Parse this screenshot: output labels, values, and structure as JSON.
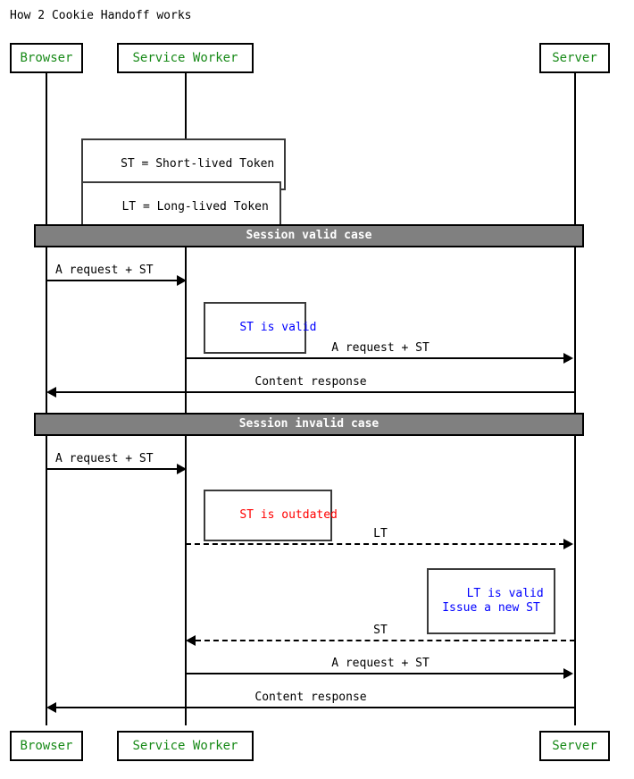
{
  "diagram": {
    "title": "How 2 Cookie Handoff works",
    "type": "sequence-diagram",
    "colors": {
      "participant_text": "#188a18",
      "note_blue": "#0000ff",
      "note_red": "#ff0000",
      "divider_bg": "#808080",
      "divider_text": "#ffffff",
      "line": "#000000",
      "background": "#ffffff"
    }
  },
  "participants": [
    {
      "id": "browser",
      "label": "Browser"
    },
    {
      "id": "service_worker",
      "label": "Service Worker"
    },
    {
      "id": "server",
      "label": "Server"
    }
  ],
  "legend_notes": [
    {
      "id": "note-st",
      "text": "ST = Short-lived Token"
    },
    {
      "id": "note-lt",
      "text": "LT = Long-lived Token"
    }
  ],
  "sections": [
    {
      "id": "section-valid",
      "label": "Session valid case"
    },
    {
      "id": "section-invalid",
      "label": "Session invalid case"
    }
  ],
  "messages": [
    {
      "id": "m1",
      "label": "A request + ST",
      "from": "browser",
      "to": "service_worker",
      "style": "solid",
      "direction": "right"
    },
    {
      "id": "m2",
      "label": "A request + ST",
      "from": "service_worker",
      "to": "server",
      "style": "solid",
      "direction": "right"
    },
    {
      "id": "m3",
      "label": "Content response",
      "from": "server",
      "to": "browser",
      "style": "solid",
      "direction": "left"
    },
    {
      "id": "m4",
      "label": "A request + ST",
      "from": "browser",
      "to": "service_worker",
      "style": "solid",
      "direction": "right"
    },
    {
      "id": "m5",
      "label": "LT",
      "from": "service_worker",
      "to": "server",
      "style": "dashed",
      "direction": "right"
    },
    {
      "id": "m6",
      "label": "ST",
      "from": "server",
      "to": "service_worker",
      "style": "dashed",
      "direction": "left"
    },
    {
      "id": "m7",
      "label": "A request + ST",
      "from": "service_worker",
      "to": "server",
      "style": "solid",
      "direction": "right"
    },
    {
      "id": "m8",
      "label": "Content response",
      "from": "server",
      "to": "browser",
      "style": "solid",
      "direction": "left"
    }
  ],
  "inline_notes": [
    {
      "id": "note-st-valid",
      "text": "ST is valid",
      "color": "blue",
      "over": "service_worker"
    },
    {
      "id": "note-st-outdated",
      "text": "ST is outdated",
      "color": "red",
      "over": "service_worker"
    },
    {
      "id": "note-lt-valid",
      "text": "LT is valid\nIssue a new ST",
      "color": "blue",
      "over": "server"
    }
  ]
}
